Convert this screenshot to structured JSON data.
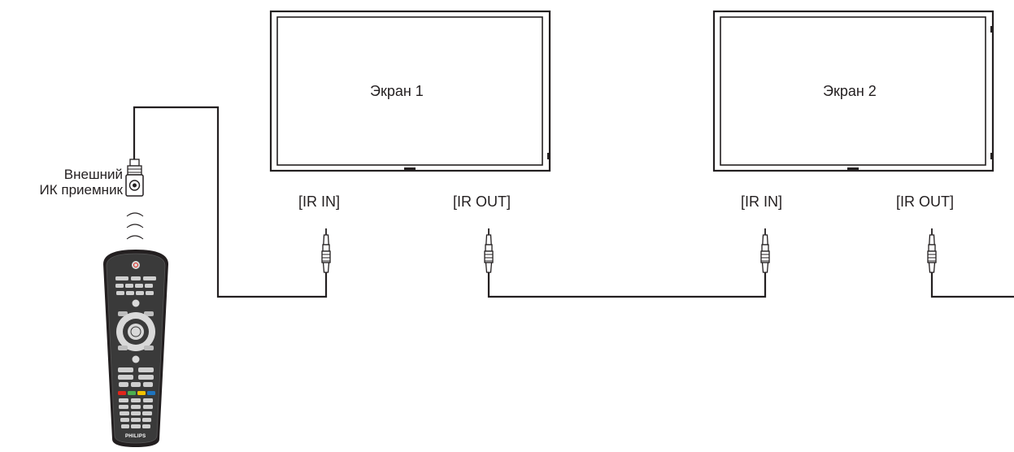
{
  "screens": [
    {
      "label": "Экран 1",
      "ir_in_label": "[IR IN]",
      "ir_out_label": "[IR OUT]"
    },
    {
      "label": "Экран 2",
      "ir_in_label": "[IR IN]",
      "ir_out_label": "[IR OUT]"
    }
  ],
  "receiver": {
    "line1": "Внешний",
    "line2": "ИК приемник"
  },
  "remote": {
    "brand": "PHILIPS"
  },
  "colors": {
    "line": "#231f20",
    "red": "#e1251b",
    "green": "#4caf50",
    "yellow": "#f2c200",
    "blue": "#1e73be"
  }
}
